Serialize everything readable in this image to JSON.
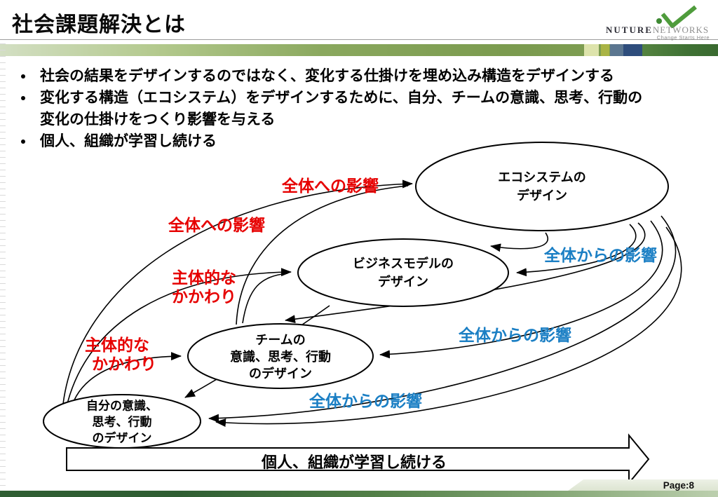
{
  "header": {
    "title": "社会課題解決とは",
    "logo": {
      "name": "NUTURE",
      "suffix": "NETWORKS",
      "tagline": "Change Starts Here"
    }
  },
  "bullets": [
    {
      "lines": [
        "社会の結果をデザインするのではなく、変化する仕掛けを埋め込み構造をデザインする"
      ]
    },
    {
      "lines": [
        "変化する構造（エコシステム）をデザインするために、自分、チームの意識、思考、行動の",
        "変化の仕掛けをつくり影響を与える"
      ]
    },
    {
      "lines": [
        "個人、組織が学習し続ける"
      ]
    }
  ],
  "diagram": {
    "nodes": [
      {
        "id": "ecosystem",
        "lines": [
          "エコシステムの",
          "デザイン"
        ]
      },
      {
        "id": "business-model",
        "lines": [
          "ビジネスモデルの",
          "デザイン"
        ]
      },
      {
        "id": "team",
        "lines": [
          "チームの",
          "意識、思考、行動",
          "のデザイン"
        ]
      },
      {
        "id": "self",
        "lines": [
          "自分の意識、",
          "思考、行動",
          "のデザイン"
        ]
      }
    ],
    "labels": {
      "influence_to_whole_1": {
        "lines": [
          "全体への影響"
        ]
      },
      "influence_to_whole_2": {
        "lines": [
          "全体への影響"
        ]
      },
      "proactive_involvement_1": {
        "lines": [
          "主体的な",
          "かかわり"
        ]
      },
      "proactive_involvement_2": {
        "lines": [
          "主体的な",
          "かかわり"
        ]
      },
      "influence_from_whole_1": {
        "lines": [
          "全体からの影響"
        ]
      },
      "influence_from_whole_2": {
        "lines": [
          "全体からの影響"
        ]
      },
      "influence_from_whole_3": {
        "lines": [
          "全体からの影響"
        ]
      }
    },
    "bottom_arrow_label": "個人、組織が学習し続ける",
    "colors": {
      "red": "#e60000",
      "blue": "#1b7fc4",
      "stroke": "#000000"
    }
  },
  "footer": {
    "page_label": "Page:8"
  }
}
